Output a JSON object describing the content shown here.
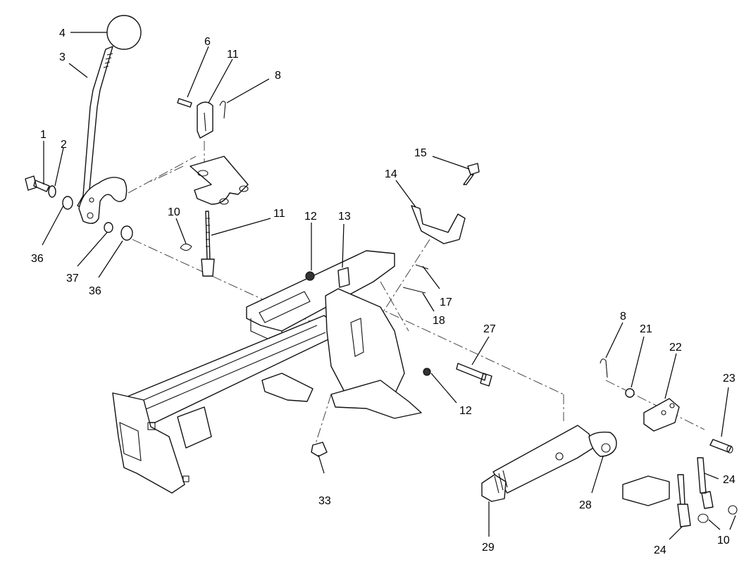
{
  "diagram": {
    "callouts": [
      {
        "id": "c1",
        "text": "1"
      },
      {
        "id": "c2",
        "text": "2"
      },
      {
        "id": "c3",
        "text": "3"
      },
      {
        "id": "c4",
        "text": "4"
      },
      {
        "id": "c6",
        "text": "6"
      },
      {
        "id": "c11a",
        "text": "11"
      },
      {
        "id": "c8a",
        "text": "8"
      },
      {
        "id": "c36a",
        "text": "36"
      },
      {
        "id": "c10a",
        "text": "10"
      },
      {
        "id": "c11b",
        "text": "11"
      },
      {
        "id": "c37",
        "text": "37"
      },
      {
        "id": "c36b",
        "text": "36"
      },
      {
        "id": "c12a",
        "text": "12"
      },
      {
        "id": "c13",
        "text": "13"
      },
      {
        "id": "c14",
        "text": "14"
      },
      {
        "id": "c15",
        "text": "15"
      },
      {
        "id": "c17",
        "text": "17"
      },
      {
        "id": "c18",
        "text": "18"
      },
      {
        "id": "c27",
        "text": "27"
      },
      {
        "id": "c12b",
        "text": "12"
      },
      {
        "id": "c33",
        "text": "33"
      },
      {
        "id": "c8b",
        "text": "8"
      },
      {
        "id": "c21",
        "text": "21"
      },
      {
        "id": "c22",
        "text": "22"
      },
      {
        "id": "c23",
        "text": "23"
      },
      {
        "id": "c24a",
        "text": "24"
      },
      {
        "id": "c28",
        "text": "28"
      },
      {
        "id": "c29",
        "text": "29"
      },
      {
        "id": "c24b",
        "text": "24"
      },
      {
        "id": "c10b",
        "text": "10"
      }
    ]
  }
}
